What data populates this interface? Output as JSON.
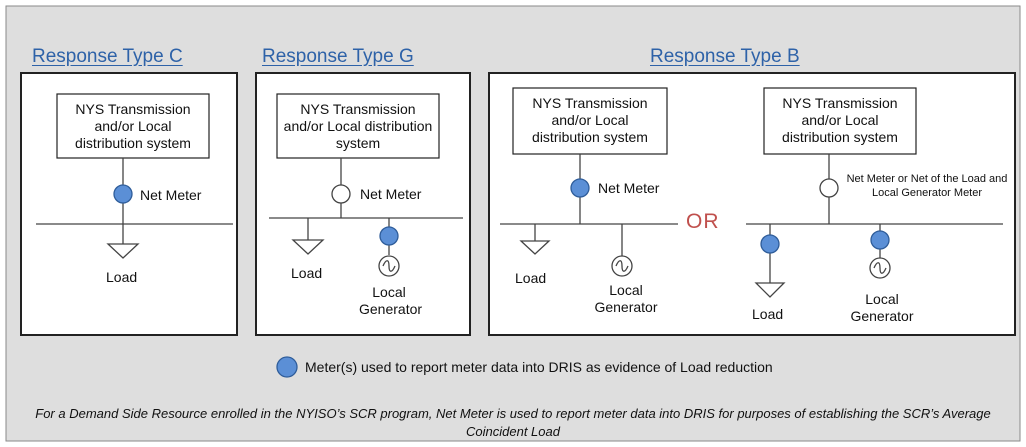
{
  "colors": {
    "background": "#dedede",
    "panel": "#ffffff",
    "heading": "#2e62a8",
    "meter_fill": "#5b8fd6",
    "or_text": "#c0504d"
  },
  "panel_c": {
    "heading": "Response Type C",
    "utility_box": "NYS Transmission and/or Local distribution system",
    "meter_label": "Net Meter",
    "load_label": "Load"
  },
  "panel_g": {
    "heading": "Response Type G",
    "utility_box": "NYS Transmission and/or Local distribution system",
    "meter_label": "Net Meter",
    "load_label": "Load",
    "generator_label": "Local Generator"
  },
  "panel_b": {
    "heading": "Response Type B",
    "left": {
      "utility_box": "NYS Transmission and/or Local distribution system",
      "meter_label": "Net Meter",
      "load_label": "Load",
      "generator_label": "Local Generator"
    },
    "or_label": "OR",
    "right": {
      "utility_box": "NYS Transmission and/or Local distribution system",
      "meter_label": "Net Meter or Net of the Load and Local Generator Meter",
      "load_label": "Load",
      "generator_label": "Local Generator"
    }
  },
  "legend": {
    "text": "Meter(s) used to report meter data into DRIS as evidence of Load reduction"
  },
  "footnote": "For a Demand Side Resource enrolled in the NYISO’s SCR program, Net Meter is used to report meter data into DRIS for purposes of establishing the SCR’s Average Coincident Load"
}
